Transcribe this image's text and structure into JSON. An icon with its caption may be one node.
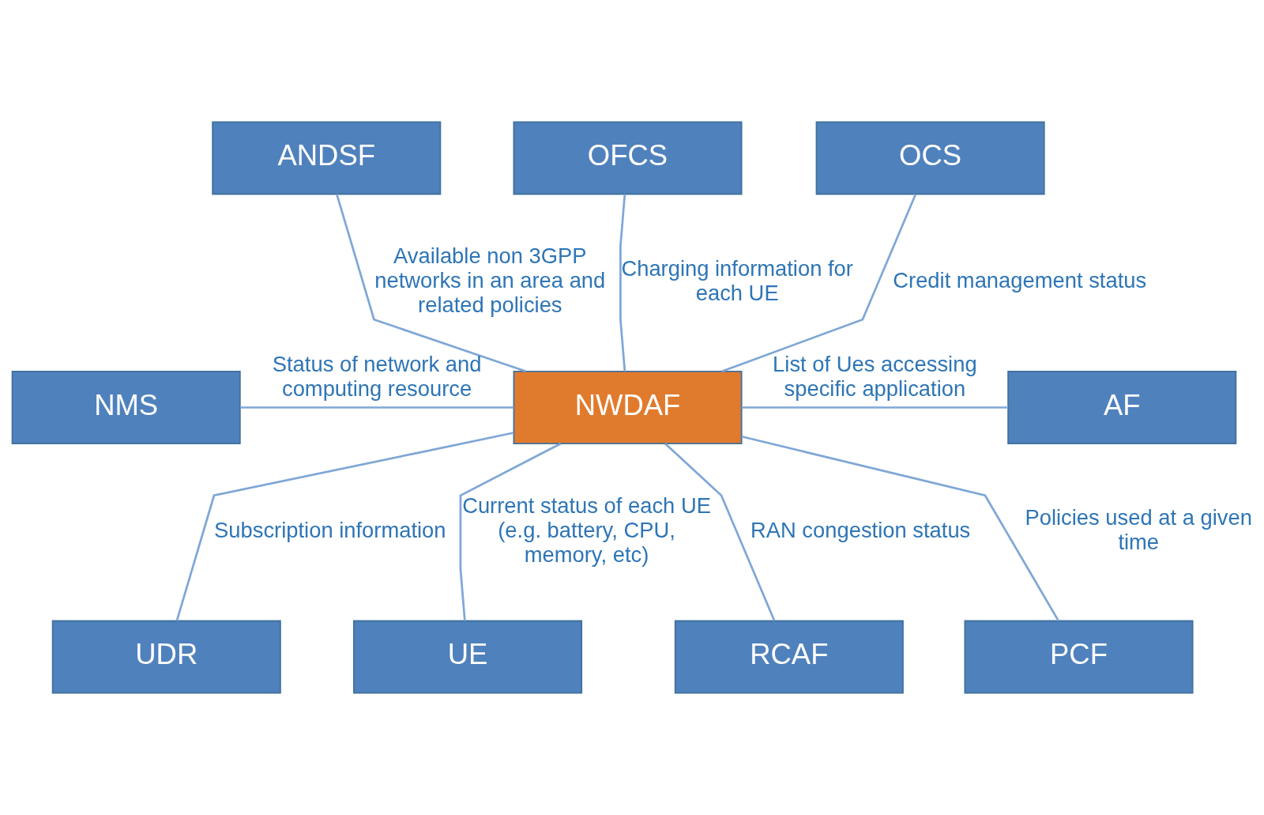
{
  "diagram": {
    "nodes": [
      {
        "text": [
          "NWDAF"
        ]
      },
      {
        "text": [
          "OFCS"
        ]
      },
      {
        "text": [
          "OCS"
        ]
      },
      {
        "text": [
          "ANDSF"
        ]
      },
      {
        "text": [
          "NMS"
        ]
      },
      {
        "text": [
          "AF"
        ]
      },
      {
        "text": [
          "UDR"
        ]
      },
      {
        "text": [
          "PCF"
        ]
      },
      {
        "text": [
          "UE"
        ]
      },
      {
        "text": [
          "RCAF"
        ]
      }
    ],
    "edges": [
      {
        "from": 1,
        "to": 0,
        "arrow": "none",
        "label": "Charging information for each UE"
      },
      {
        "from": 2,
        "to": 0,
        "arrow": "none",
        "label": "Credit management status"
      },
      {
        "from": 3,
        "to": 0,
        "arrow": "none",
        "label": "Available non 3GPP networks in an area and related policies"
      },
      {
        "from": 4,
        "to": 0,
        "arrow": "none",
        "label": "Status of network and computing resource"
      },
      {
        "from": 5,
        "to": 0,
        "arrow": "none",
        "label": "List of Ues accessing specific application"
      },
      {
        "from": 6,
        "to": 0,
        "arrow": "none",
        "label": "Subscription information"
      },
      {
        "from": 7,
        "to": 0,
        "arrow": "none",
        "label": "Policies used at a given time"
      },
      {
        "from": 8,
        "to": 0,
        "arrow": "none",
        "label": "Current status of each UE (e.g. battery, CPU, memory, etc)"
      },
      {
        "from": 9,
        "to": 0,
        "arrow": "none",
        "label": "RAN congestion status"
      }
    ]
  }
}
